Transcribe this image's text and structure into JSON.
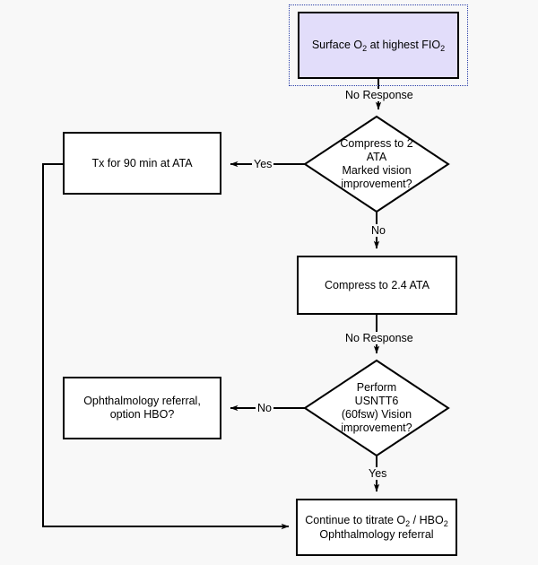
{
  "diagram": {
    "title": "Oxygen therapy / hyperbaric treatment decision flowchart",
    "background_color": "#f8f8f8",
    "selected_node_fill": "#e2ddfa",
    "selection_outline_color": "#2b3fa8",
    "stroke_color": "#000000"
  },
  "nodes": {
    "surface_o2": {
      "type": "process",
      "selected": true,
      "text": "Surface O2 at highest FIO2",
      "line1_a": "Surface O",
      "line1_sub1": "2",
      "line1_b": " at highest FIO",
      "line1_sub2": "2"
    },
    "decision_2ata": {
      "type": "decision",
      "line1": "Compress to 2",
      "line2": "ATA",
      "line3": "Marked vision",
      "line4": "improvement?"
    },
    "tx_90min": {
      "type": "process",
      "text": "Tx for 90 min at ATA"
    },
    "compress_24ata": {
      "type": "process",
      "text": "Compress to 2.4 ATA"
    },
    "decision_usntt6": {
      "type": "decision",
      "line1": "Perform",
      "line2": "USNTT6",
      "line3": "(60fsw) Vision",
      "line4": "improvement?"
    },
    "ophthalmology_hbo": {
      "type": "process",
      "line1": "Ophthalmology referral,",
      "line2": "option HBO?"
    },
    "continue_titrate": {
      "type": "process",
      "line1_a": "Continue to titrate O",
      "line1_sub1": "2",
      "line1_b": " / HBO",
      "line1_sub2": "2",
      "line2": "Ophthalmology referral"
    }
  },
  "edge_labels": {
    "surface_to_decision1": "No Response",
    "decision1_yes": "Yes",
    "decision1_no": "No",
    "compress_to_decision2": "No Response",
    "decision2_no": "No",
    "decision2_yes": "Yes"
  }
}
